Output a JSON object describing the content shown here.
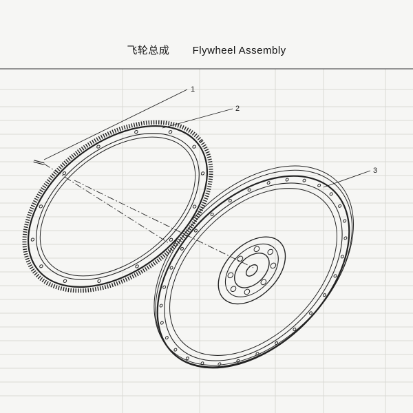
{
  "title": {
    "chinese": "飞轮总成",
    "english": "Flywheel Assembly"
  },
  "callouts": [
    {
      "id": "1",
      "label": "1"
    },
    {
      "id": "2",
      "label": "2"
    },
    {
      "id": "3",
      "label": "3"
    }
  ],
  "colors": {
    "line": "#222222",
    "ghost": "#d4d4d0",
    "paper": "#f6f6f4"
  }
}
